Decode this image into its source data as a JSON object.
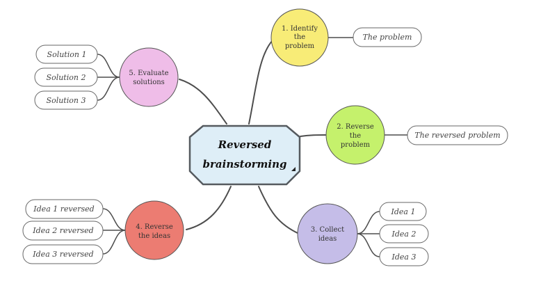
{
  "central": {
    "label_line1": "Reversed",
    "label_line2": "brainstorming",
    "fill": "#deeef7",
    "stroke": "#555a5f"
  },
  "topics": [
    {
      "id": "identify",
      "lines": [
        "1. Identify",
        "the",
        "problem"
      ],
      "color": "#f8ec77",
      "leaves": [
        "The problem"
      ]
    },
    {
      "id": "reverse-problem",
      "lines": [
        "2. Reverse",
        "the",
        "problem"
      ],
      "color": "#c5f16c",
      "leaves": [
        "The reversed problem"
      ]
    },
    {
      "id": "collect",
      "lines": [
        "3. Collect",
        "ideas"
      ],
      "color": "#c5bde8",
      "leaves": [
        "Idea 1",
        "Idea 2",
        "Idea 3"
      ]
    },
    {
      "id": "reverse-ideas",
      "lines": [
        "4. Reverse",
        "the ideas"
      ],
      "color": "#ec7c72",
      "leaves": [
        "Idea 1 reversed",
        "Idea 2 reversed",
        "Idea 3 reversed"
      ]
    },
    {
      "id": "evaluate",
      "lines": [
        "5. Evaluate",
        "solutions"
      ],
      "color": "#efbde8",
      "leaves": [
        "Solution 1",
        "Solution 2",
        "Solution 3"
      ]
    }
  ],
  "colors": {
    "connector": "#4d4d4d",
    "topic_stroke": "#555555",
    "leaf_stroke": "#666666"
  }
}
